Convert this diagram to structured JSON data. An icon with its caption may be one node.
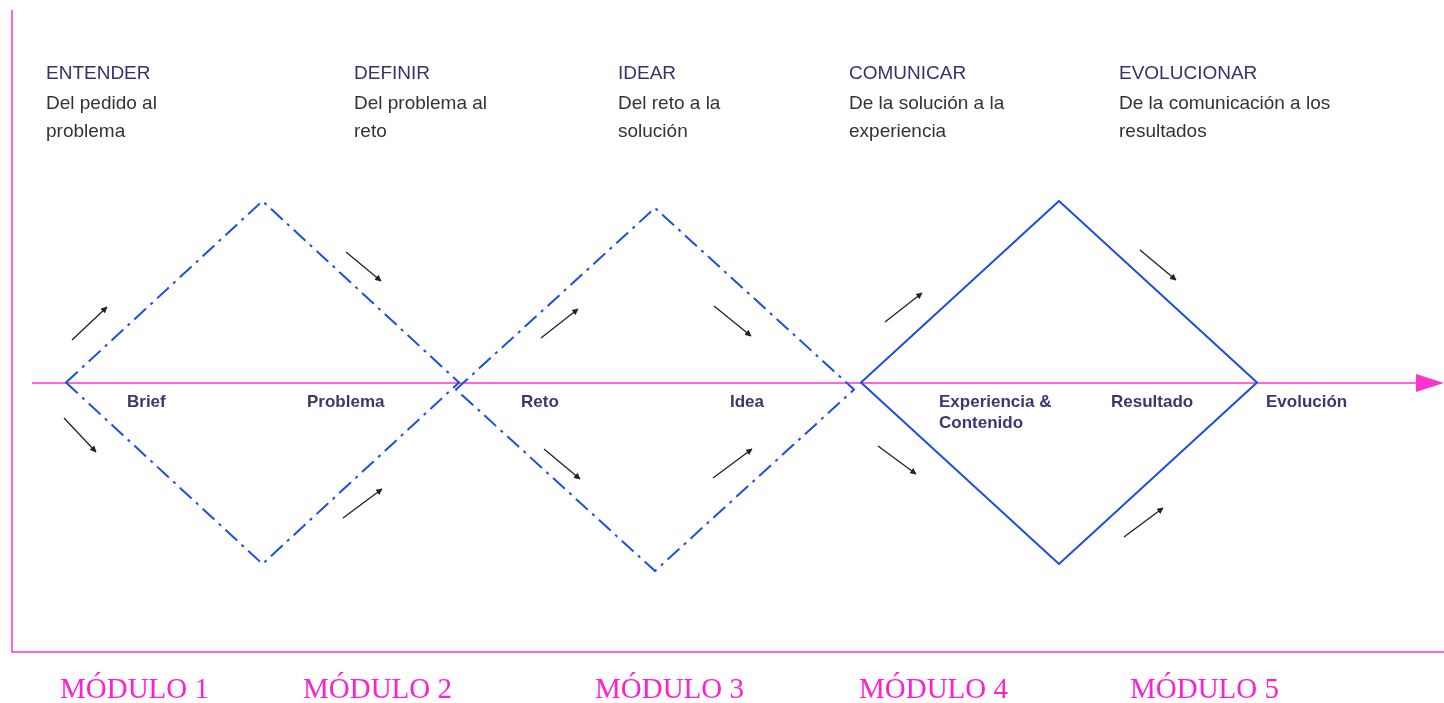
{
  "diagram": {
    "nodes": [
      {
        "text": [],
        "shape": "diamond"
      },
      {
        "text": [],
        "shape": "diamond"
      },
      {
        "text": [],
        "shape": "diamond"
      }
    ],
    "labels": [
      "ENTENDER",
      "Del pedido al problema",
      "DEFINIR",
      "Del problema al reto",
      "IDEAR",
      "Del reto a la solución",
      "COMUNICAR",
      "De la solución a la experiencia",
      "EVOLUCIONAR",
      "De la comunicación a los resultados",
      "Brief",
      "Problema",
      "Reto",
      "Idea",
      "Experiencia & Contenido",
      "Resultado",
      "Evolución",
      "MÓDULO 1",
      "MÓDULO 2",
      "MÓDULO 3",
      "MÓDULO 4",
      "MÓDULO 5"
    ]
  }
}
